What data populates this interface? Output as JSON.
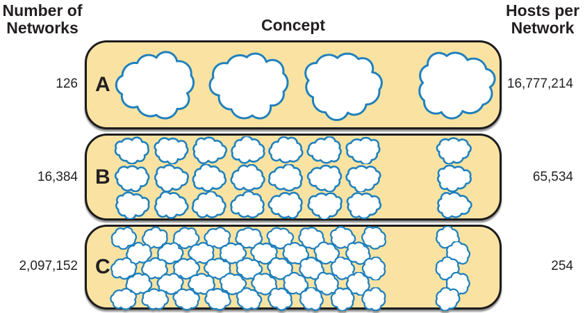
{
  "figure": {
    "headers": {
      "left": [
        "Number of",
        "Networks"
      ],
      "center": "Concept",
      "right": [
        "Hosts per",
        "Network"
      ]
    },
    "rows": [
      {
        "letter": "A",
        "networks": "126",
        "hosts": "16,777,214",
        "clouds": {
          "size": "large",
          "lines": 1,
          "main_per_line": 3,
          "separated_per_line": 1,
          "total": 4
        }
      },
      {
        "letter": "B",
        "networks": "16,384",
        "hosts": "65,534",
        "clouds": {
          "size": "medium",
          "lines": 3,
          "main_per_line": 7,
          "separated_per_line": 1,
          "total": 24
        }
      },
      {
        "letter": "C",
        "networks": "2,097,152",
        "hosts": "254",
        "clouds": {
          "size": "small",
          "lines": 5,
          "staggered": true,
          "main_per_line": [
            9,
            8,
            9,
            8,
            9
          ],
          "separated_per_line": [
            1,
            1,
            1,
            1,
            1
          ],
          "total": 48
        }
      }
    ],
    "colors": {
      "box_fill": "#fae3a2",
      "box_border": "#1c1c1c",
      "cloud_stroke": "#1f80bd",
      "cloud_fill": "#ffffff",
      "text": "#231f20"
    }
  }
}
